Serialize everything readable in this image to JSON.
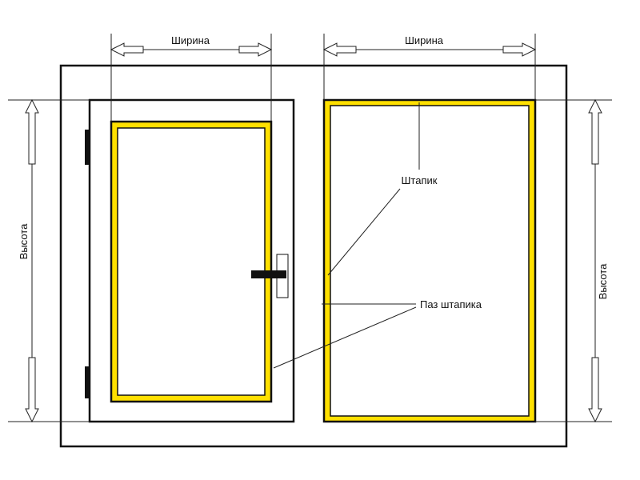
{
  "labels": {
    "width_left": "Ширина",
    "width_right": "Ширина",
    "height_left": "Высота",
    "height_right": "Высота",
    "bead": "Штапик",
    "bead_groove": "Паз штапика"
  },
  "colors": {
    "bead": "#ffe000",
    "line": "#111111",
    "background": "#ffffff"
  },
  "icons": {
    "arrow": "hollow-double-arrow",
    "hinge": "hinge-bar",
    "handle": "window-handle"
  }
}
